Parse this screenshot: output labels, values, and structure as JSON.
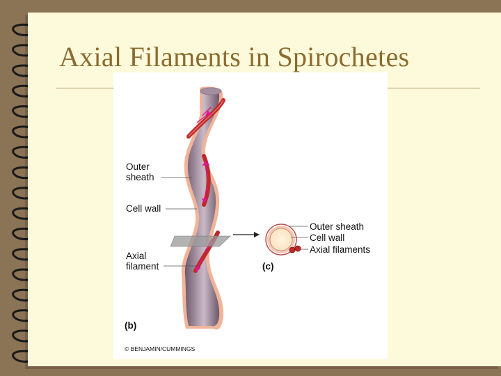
{
  "slide": {
    "title": "Axial Filaments in Spirochetes"
  },
  "figure": {
    "labels": {
      "outer_sheath_line1": "Outer",
      "outer_sheath_line2": "sheath",
      "cell_wall": "Cell wall",
      "axial_filament_line1": "Axial",
      "axial_filament_line2": "filament",
      "panel_b": "(b)",
      "panel_c": "(c)",
      "cross_outer_sheath": "Outer sheath",
      "cross_cell_wall": "Cell wall",
      "cross_axial_filaments": "Axial filaments",
      "copyright": "© BENJAMIN/CUMMINGS"
    }
  },
  "colors": {
    "background": "#8b7355",
    "slide": "#fdfadc",
    "title": "#8a6c2f",
    "cell_body": "#8f7a8a",
    "sheath": "#f0b49a",
    "filament": "#c0282a",
    "arrow": "#e0158a"
  }
}
